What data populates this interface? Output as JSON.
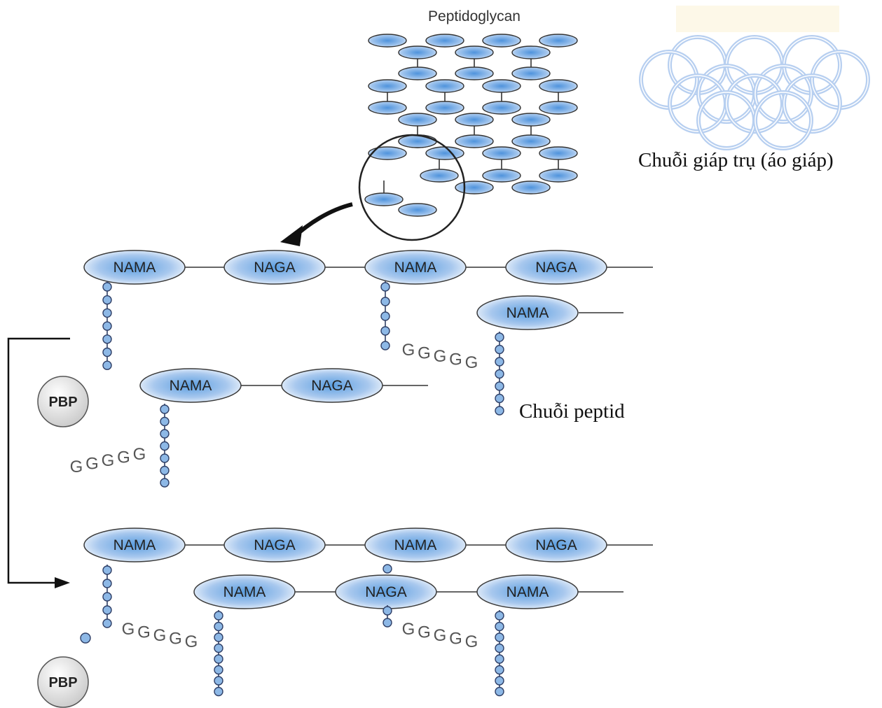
{
  "labels": {
    "peptidoglycan": "Peptidoglycan",
    "armor": "Chuỗi giáp trụ (áo giáp)",
    "peptide_chain": "Chuỗi peptid",
    "nama": "NAMA",
    "naga": "NAGA",
    "pbp": "PBP",
    "glycine": "G"
  },
  "colors": {
    "node_fill": "#a8c8ee",
    "node_center": "#5b9ee0",
    "node_stroke": "#3a3a3a",
    "bead_fill": "#8db8e6",
    "bead_stroke": "#2f3f66",
    "armor_ring": "#b7cff0",
    "armor_highlight": "#fdf8e8",
    "pbp_fill": "#e6e6e6",
    "glycine_text": "#555555"
  },
  "icons": {
    "pointer": "curved-arrow-icon",
    "flow": "bracket-arrow-icon"
  }
}
